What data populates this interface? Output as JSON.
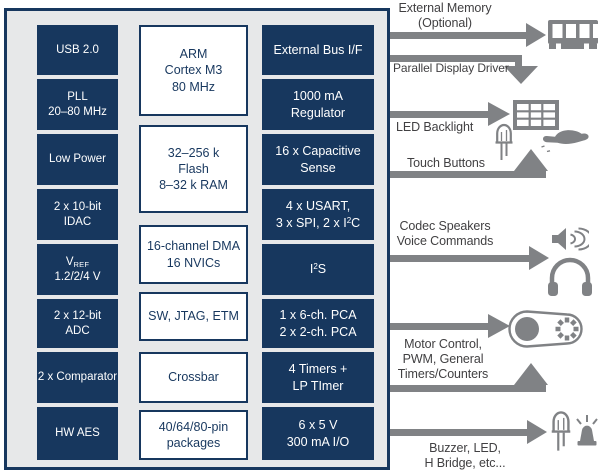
{
  "title": "MCU block diagram",
  "colors": {
    "block_navy": "#17375e",
    "board_background": "#e7e8e9",
    "block_white": "#ffffff",
    "arrow_gray": "#808285",
    "callout_text": "#414042"
  },
  "board": {
    "left_column": [
      {
        "label": "USB 2.0"
      },
      {
        "label": "PLL\n20–80 MHz"
      },
      {
        "label": "Low Power"
      },
      {
        "label": "2 x 10-bit\nIDAC"
      },
      {
        "pre": "V",
        "sub": "REF",
        "post": "1.2/2/4 V"
      },
      {
        "label": "2 x 12-bit\nADC"
      },
      {
        "label": "2 x Comparator"
      },
      {
        "label": "HW AES"
      }
    ],
    "middle_column": [
      {
        "label": "ARM\nCortex M3\n80 MHz"
      },
      {
        "label": "32–256 k\nFlash\n8–32 k RAM"
      },
      {
        "label": "16-channel DMA\n16 NVICs"
      },
      {
        "label": "SW, JTAG, ETM"
      },
      {
        "label": "Crossbar"
      },
      {
        "label": "40/64/80-pin\npackages"
      }
    ],
    "right_column": [
      {
        "label": "External Bus I/F"
      },
      {
        "label": "1000 mA\nRegulator"
      },
      {
        "label": "16 x Capacitive\nSense"
      },
      {
        "line1": "4 x USART,",
        "line2_pre": "3 x SPI, 2 x I",
        "sup": "2",
        "line2_post": "C"
      },
      {
        "pre": "I",
        "sup": "2",
        "post": "S"
      },
      {
        "label": "1 x 6-ch. PCA\n2 x 2-ch. PCA"
      },
      {
        "label": "4 Timers +\nLP TImer"
      },
      {
        "label": "6 x 5 V\n300 mA I/O"
      }
    ]
  },
  "callouts": [
    {
      "label": "External Memory\n(Optional)"
    },
    {
      "label": "Parallel Display Driver"
    },
    {
      "label": "LED Backlight"
    },
    {
      "label": "Touch Buttons"
    },
    {
      "label": "Codec Speakers\nVoice Commands"
    },
    {
      "label": "Motor Control,\nPWM, General\nTimers/Counters"
    },
    {
      "label": "Buzzer, LED,\nH Bridge, etc..."
    }
  ],
  "icons": {
    "external_memory": "memory-module-icon",
    "led_backlight_panel": "led-matrix-icon",
    "led_backlight_led": "led-icon",
    "touch": "touch-hand-icon",
    "audio_speaker": "speaker-icon",
    "audio_headphones": "headphones-icon",
    "motor": "motor-belt-icon",
    "output_led": "led-icon",
    "output_buzzer": "buzzer-icon"
  }
}
